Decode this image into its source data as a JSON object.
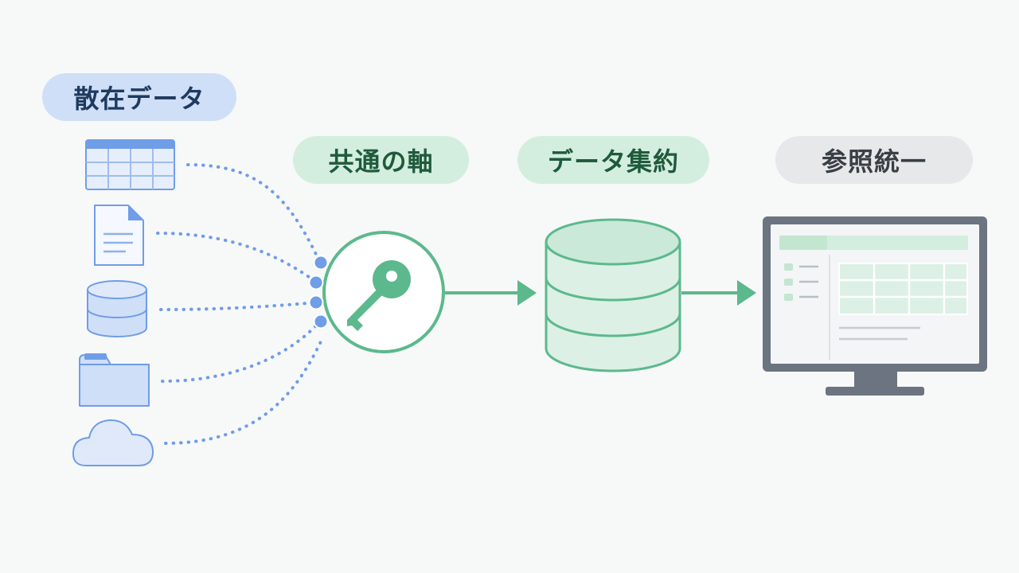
{
  "labels": {
    "scattered_data": "散在データ",
    "common_axis": "共通の軸",
    "data_aggregation": "データ集約",
    "unified_reference": "参照統一"
  },
  "sources": [
    "spreadsheet-icon",
    "document-icon",
    "database-icon",
    "folder-icon",
    "cloud-icon"
  ],
  "colors": {
    "source_blue": "#6f9de8",
    "source_fill": "#cfdff7",
    "green": "#5cb98d",
    "green_fill": "#dcf0e5",
    "monitor_gray": "#6b7480"
  }
}
